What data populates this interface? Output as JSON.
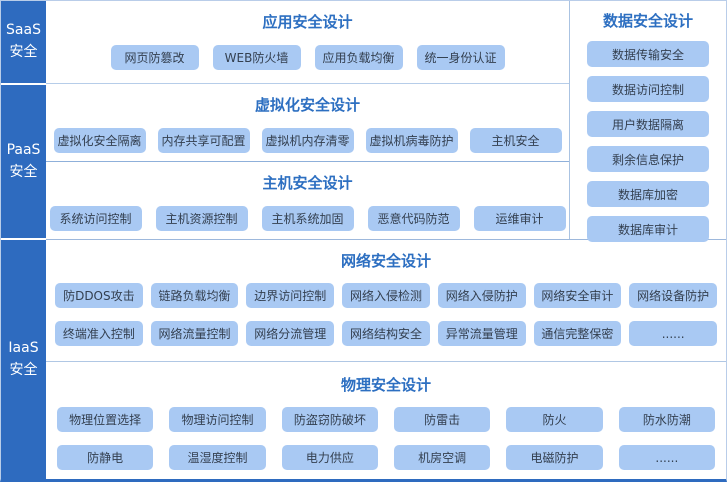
{
  "colors": {
    "sidebar_blue": "#2e6bbf",
    "title_blue": "#2d6fc1",
    "chip_bg": "#a9c9f3",
    "chip_text": "#333f4f",
    "divider_light": "#b6cde9",
    "divider_dark": "#9db8dc"
  },
  "layers": [
    {
      "id": "saas",
      "label": "SaaS\n安全"
    },
    {
      "id": "paas",
      "label": "PaaS\n安全"
    },
    {
      "id": "iaas",
      "label": "IaaS\n安全"
    }
  ],
  "sections": {
    "application": {
      "title": "应用安全设计",
      "items": [
        "网页防篡改",
        "WEB防火墙",
        "应用负载均衡",
        "统一身份认证"
      ]
    },
    "virtualization": {
      "title": "虚拟化安全设计",
      "items": [
        "虚拟化安全隔离",
        "内存共享可配置",
        "虚拟机内存清零",
        "虚拟机病毒防护",
        "主机安全"
      ]
    },
    "host": {
      "title": "主机安全设计",
      "items": [
        "系统访问控制",
        "主机资源控制",
        "主机系统加固",
        "恶意代码防范",
        "运维审计"
      ]
    },
    "data": {
      "title": "数据安全设计",
      "items": [
        "数据传输安全",
        "数据访问控制",
        "用户数据隔离",
        "剩余信息保护",
        "数据库加密",
        "数据库审计"
      ]
    },
    "network": {
      "title": "网络安全设计",
      "items": [
        "防DDOS攻击",
        "链路负载均衡",
        "边界访问控制",
        "网络入侵检测",
        "网络入侵防护",
        "网络安全审计",
        "网络设备防护",
        "终端准入控制",
        "网络流量控制",
        "网络分流管理",
        "网络结构安全",
        "异常流量管理",
        "通信完整保密",
        "......"
      ]
    },
    "physical": {
      "title": "物理安全设计",
      "items": [
        "物理位置选择",
        "物理访问控制",
        "防盗窃防破坏",
        "防雷击",
        "防火",
        "防水防潮",
        "防静电",
        "温湿度控制",
        "电力供应",
        "机房空调",
        "电磁防护",
        "......"
      ]
    }
  }
}
